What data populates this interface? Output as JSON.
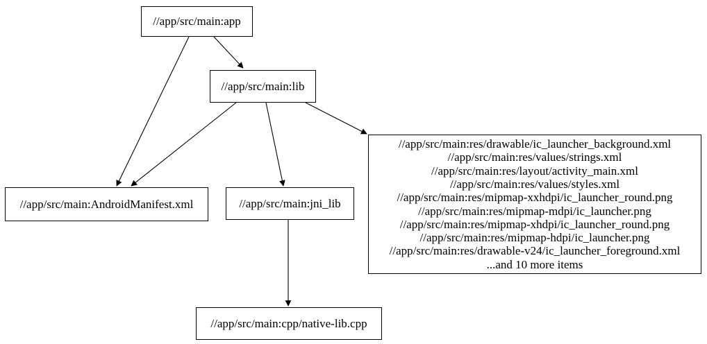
{
  "graph": {
    "background_color": "#ffffff",
    "stroke_color": "#000000",
    "nodes": {
      "app": {
        "label": "//app/src/main:app"
      },
      "lib": {
        "label": "//app/src/main:lib"
      },
      "manifest": {
        "label": "//app/src/main:AndroidManifest.xml"
      },
      "jni_lib": {
        "label": "//app/src/main:jni_lib"
      },
      "cpp": {
        "label": "//app/src/main:cpp/native-lib.cpp"
      },
      "res": {
        "lines": [
          "//app/src/main:res/drawable/ic_launcher_background.xml",
          "//app/src/main:res/values/strings.xml",
          "//app/src/main:res/layout/activity_main.xml",
          "//app/src/main:res/values/styles.xml",
          "//app/src/main:res/mipmap-xxhdpi/ic_launcher_round.png",
          "//app/src/main:res/mipmap-mdpi/ic_launcher.png",
          "//app/src/main:res/mipmap-xhdpi/ic_launcher_round.png",
          "//app/src/main:res/mipmap-hdpi/ic_launcher.png",
          "//app/src/main:res/drawable-v24/ic_launcher_foreground.xml",
          "...and 10 more items"
        ]
      }
    },
    "edges": [
      {
        "from": "app",
        "to": "lib"
      },
      {
        "from": "app",
        "to": "manifest"
      },
      {
        "from": "lib",
        "to": "manifest"
      },
      {
        "from": "lib",
        "to": "jni_lib"
      },
      {
        "from": "lib",
        "to": "res"
      },
      {
        "from": "jni_lib",
        "to": "cpp"
      }
    ]
  }
}
